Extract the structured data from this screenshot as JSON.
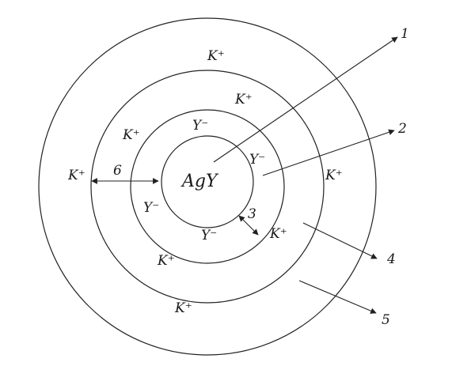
{
  "core": {
    "label": "AgY"
  },
  "ions": {
    "k_outer_top": "K⁺",
    "k_outer_bottom": "K⁺",
    "k_ring3_top": "K⁺",
    "k_ring3_left": "K⁺",
    "k_ring3_right": "K⁺",
    "k_ring3_bottom": "K⁺",
    "k_ring3_lowright": "K⁺",
    "k_far_left": "K⁺",
    "i_top": "Y⁻",
    "i_right": "Y⁻",
    "i_left": "Y⁻",
    "i_bottom": "Y⁻"
  },
  "markers": {
    "m1": "1",
    "m2": "2",
    "m3": "3",
    "m4": "4",
    "m5": "5",
    "m6": "6"
  }
}
